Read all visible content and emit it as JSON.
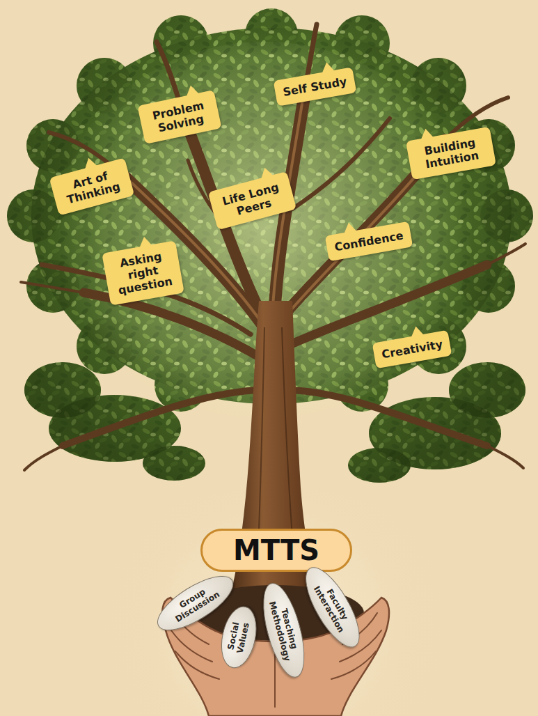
{
  "diagram": {
    "nodes": [
      {
        "text": [
          "Self Study"
        ]
      },
      {
        "text": [
          "Problem Solving"
        ]
      },
      {
        "text": [
          "Building Intuition"
        ]
      },
      {
        "text": [
          "Art of Thinking"
        ]
      },
      {
        "text": [
          "Life Long Peers"
        ]
      },
      {
        "text": [
          "Confidence"
        ]
      },
      {
        "text": [
          "Asking right question"
        ]
      },
      {
        "text": [
          "Creativity"
        ]
      },
      {
        "text": [
          "MTTS"
        ]
      },
      {
        "text": [
          "Group Discussion"
        ]
      },
      {
        "text": [
          "Social Values"
        ]
      },
      {
        "text": [
          "Teaching Methodology"
        ]
      },
      {
        "text": [
          "Faculty Interaction"
        ]
      }
    ]
  }
}
